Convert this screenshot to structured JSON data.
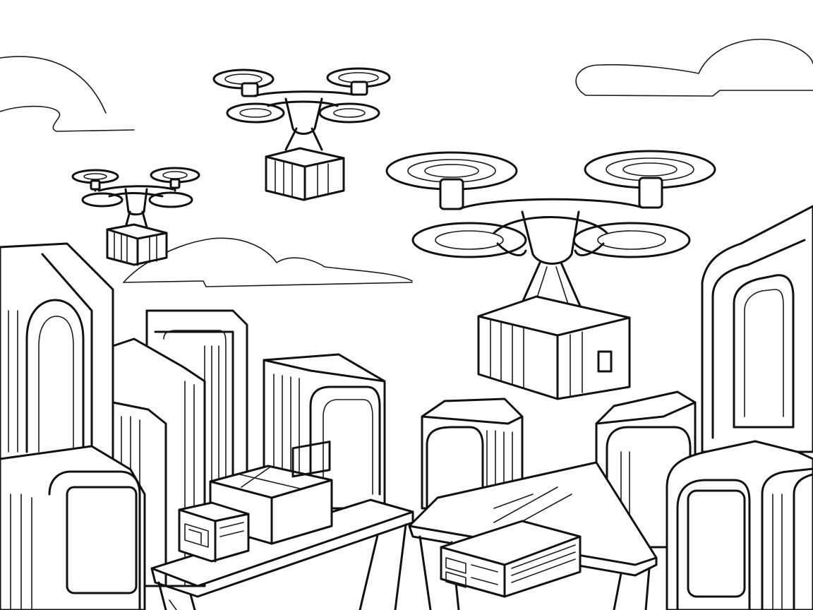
{
  "scene": {
    "background": "#ffffff",
    "ink_color": "#111111",
    "style": "line-art coloring page",
    "subjects": [
      "delivery-drone",
      "package",
      "building",
      "cloud",
      "table"
    ]
  }
}
